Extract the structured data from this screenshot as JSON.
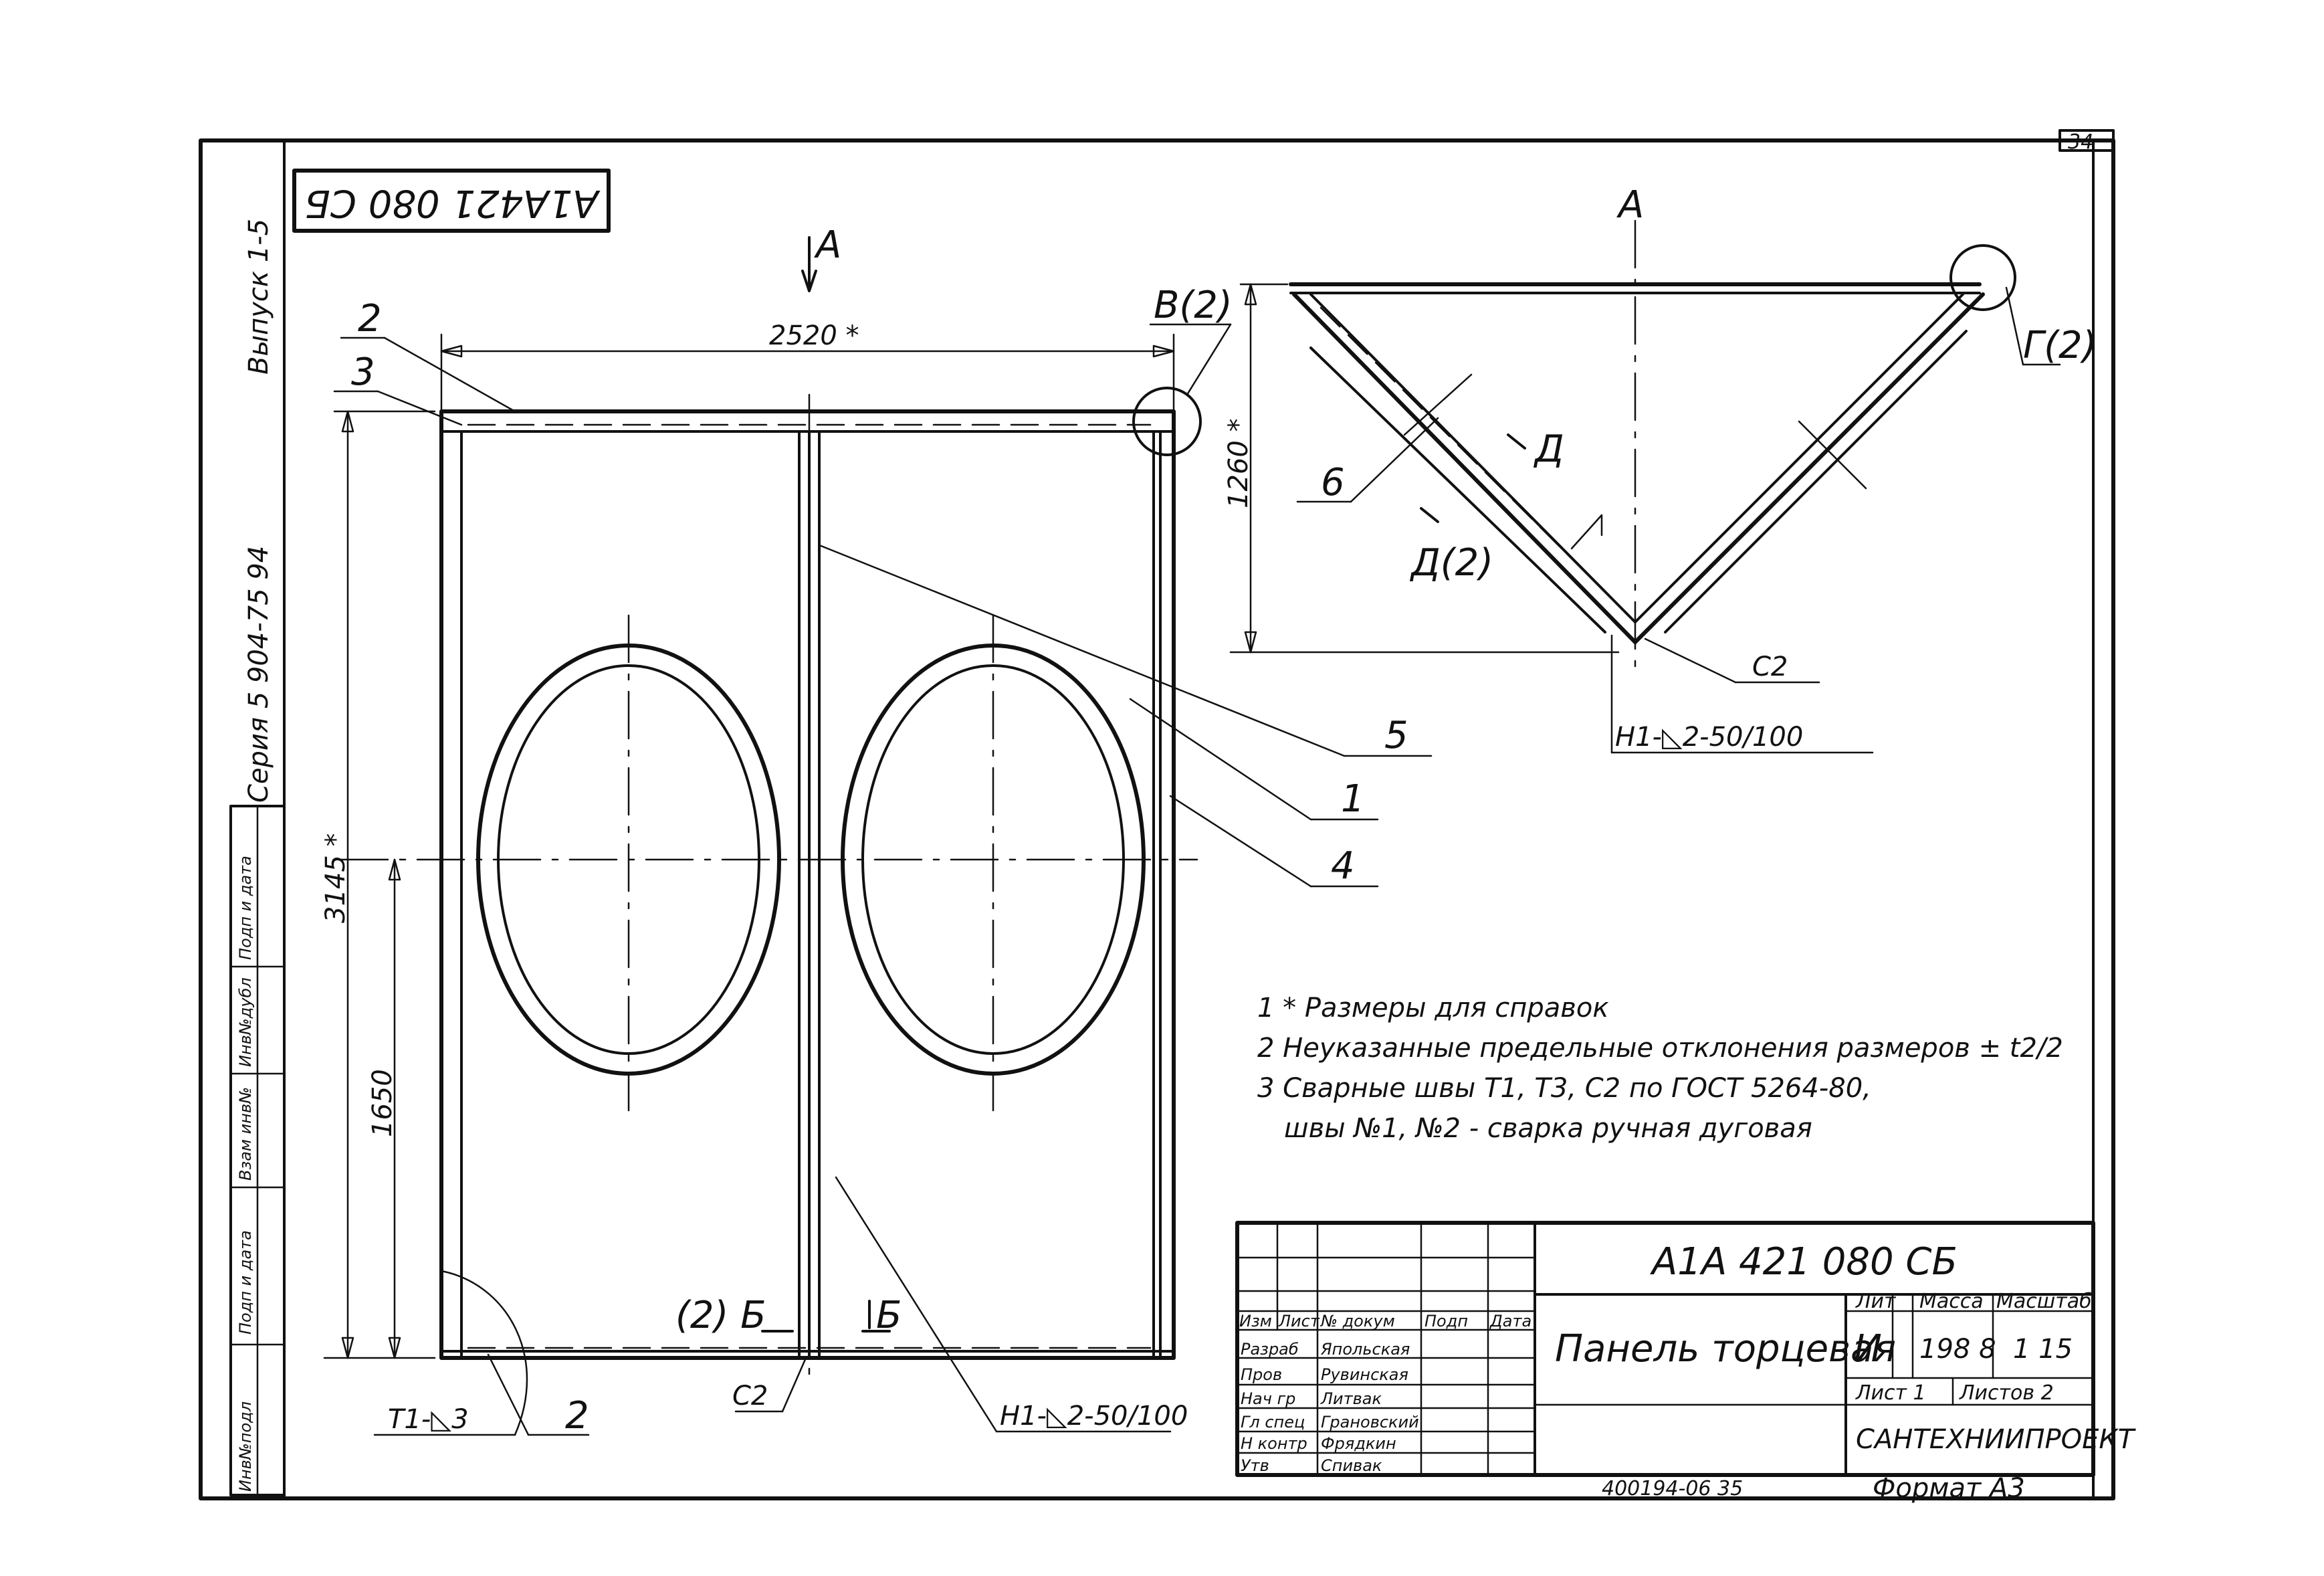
{
  "sheet_number": "34",
  "drawing_code_flipped": "A1A421 080 СБ",
  "side_labels": {
    "issue": "Выпуск 1-5",
    "series": "Серия 5 904-75 94"
  },
  "binding_strip": [
    "Инв№подл",
    "Подп и дата",
    "Взам инв№",
    "Инв№дубл",
    "Подп и дата"
  ],
  "front_view": {
    "view_arrow_label": "А",
    "dim_width": "2520 *",
    "dim_height": "3145 *",
    "dim_center": "1650",
    "detail_b": "В(2)",
    "section_b_left": "(2) Б",
    "section_b_right": "Б",
    "weld_t1": "Т1-◺3",
    "weld_h1": "Н1-◺2-50/100",
    "weld_c2": "С2",
    "callouts": [
      "2",
      "3",
      "5",
      "1",
      "4",
      "2"
    ]
  },
  "section_view": {
    "title": "А",
    "dim_height": "1260 *",
    "detail_g": "Г(2)",
    "section_d": "Д",
    "section_d2": "Д(2)",
    "callout_6": "6",
    "weld_c2": "С2",
    "weld_h1": "Н1-◺2-50/100"
  },
  "notes": [
    "1 * Размеры для справок",
    "2 Неуказанные предельные отклонения размеров ± t2/2",
    "3 Сварные швы Т1, Т3, С2 по ГОСТ 5264-80,",
    "швы №1, №2 - сварка ручная дуговая"
  ],
  "title_block": {
    "designation": "А1А 421 080 СБ",
    "name": "Панель торцевая",
    "col_headers": [
      "Изм",
      "Лист",
      "№ докум",
      "Подп",
      "Дата"
    ],
    "roles": [
      {
        "role": "Разраб",
        "name": "Япольская"
      },
      {
        "role": "Пров",
        "name": "Рувинская"
      },
      {
        "role": "Нач гр",
        "name": "Литвак"
      },
      {
        "role": "Гл спец",
        "name": "Грановский"
      },
      {
        "role": "Н контр",
        "name": "Фрядкин"
      },
      {
        "role": "Утв",
        "name": "Спивак"
      }
    ],
    "lit_header": "Лит",
    "mass_header": "Масса",
    "scale_header": "Масштаб",
    "lit_value": "И",
    "mass_value": "198 8",
    "scale_value": "1 15",
    "sheet_label": "Лист 1",
    "sheets_label": "Листов 2",
    "organization": "САНТЕХНИИПРОЕКТ"
  },
  "footer": {
    "doc_number": "400194-06 35",
    "format": "Формат А3"
  }
}
